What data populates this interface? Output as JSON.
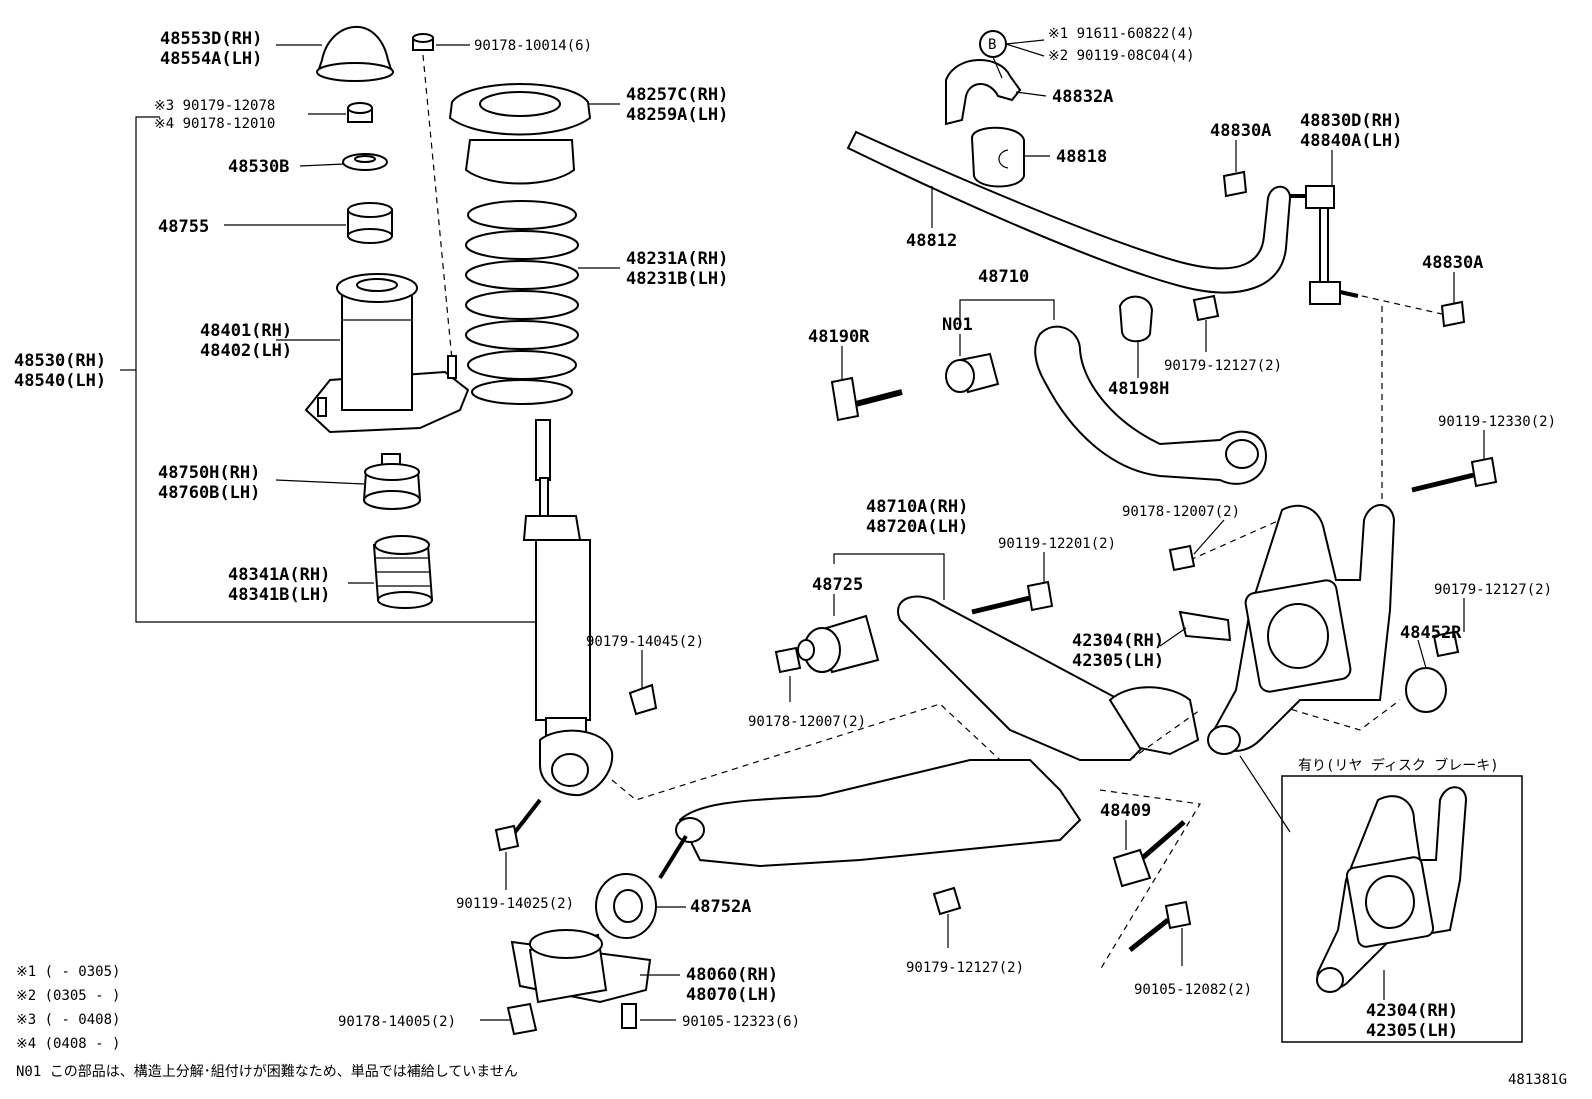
{
  "labels": {
    "p48553d": "48553D(RH)",
    "p48554a": "48554A(LH)",
    "p90178_10014": "90178-10014(6)",
    "p90179_12078": "※3 90179-12078",
    "p90178_12010": "※4 90178-12010",
    "p48530b": "48530B",
    "p48755": "48755",
    "p48401": "48401(RH)",
    "p48402": "48402(LH)",
    "p48530": "48530(RH)",
    "p48540": "48540(LH)",
    "p48750h": "48750H(RH)",
    "p48760b": "48760B(LH)",
    "p48341a": "48341A(RH)",
    "p48341b": "48341B(LH)",
    "p48257c": "48257C(RH)",
    "p48259a": "48259A(LH)",
    "p48231a": "48231A(RH)",
    "p48231b": "48231B(LH)",
    "p90179_14045": "90179-14045(2)",
    "p90119_14025": "90119-14025(2)",
    "p48752a": "48752A",
    "p48060": "48060(RH)",
    "p48070": "48070(LH)",
    "p90178_14005": "90178-14005(2)",
    "p90105_12323": "90105-12323(6)",
    "b_circle": "B",
    "p91611": "※1 91611-60822(4)",
    "p90119_08c04": "※2 90119-08C04(4)",
    "p48832a": "48832A",
    "p48818": "48818",
    "p48812": "48812",
    "p48830a_top": "48830A",
    "p48830d": "48830D(RH)",
    "p48840a": "48840A(LH)",
    "p48830a_right": "48830A",
    "p48710": "48710",
    "pN01": "N01",
    "p48190r": "48190R",
    "p48198h": "48198H",
    "p90179_12127_a": "90179-12127(2)",
    "p90119_12330": "90119-12330(2)",
    "p90178_12007_a": "90178-12007(2)",
    "p48710a": "48710A(RH)",
    "p48720a": "48720A(LH)",
    "p90119_12201": "90119-12201(2)",
    "p48725": "48725",
    "p90178_12007_b": "90178-12007(2)",
    "p42304_a": "42304(RH)",
    "p42305_a": "42305(LH)",
    "p90179_12127_b": "90179-12127(2)",
    "p48452r": "48452R",
    "p48409": "48409",
    "p90179_12127_c": "90179-12127(2)",
    "p90105_12082": "90105-12082(2)",
    "inset_title": "有り(リヤ ディスク ブレーキ)",
    "p42304_b": "42304(RH)",
    "p42305_b": "42305(LH)"
  },
  "footnotes": [
    "※1 (      - 0305)",
    "※2 (0305 -      )",
    "※3 (      - 0408)",
    "※4 (0408 -      )"
  ],
  "note_n01": "N01 この部品は、構造上分解･組付けが困難なため、単品では補給していません",
  "drawing_no": "481381G"
}
